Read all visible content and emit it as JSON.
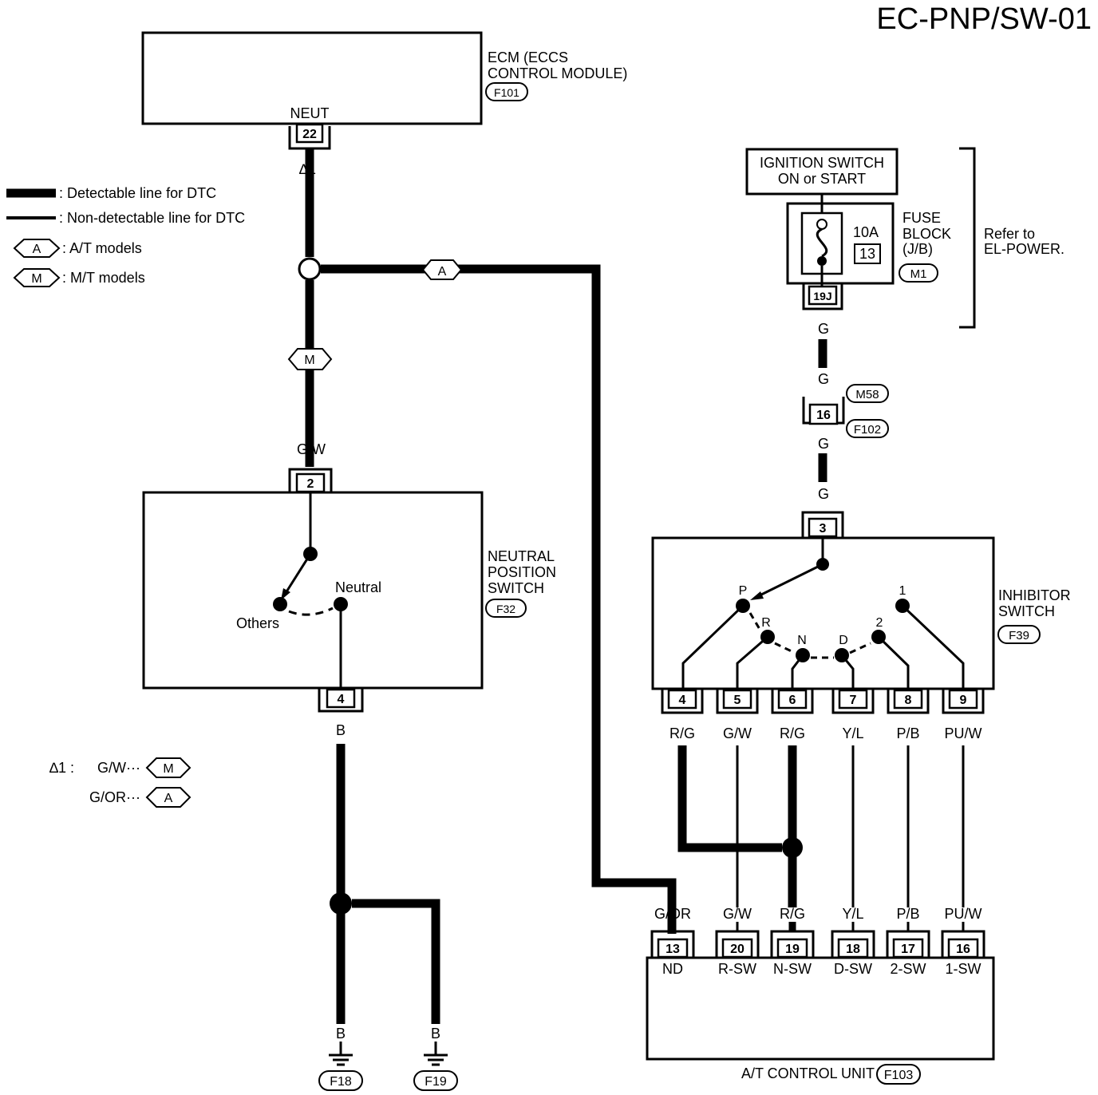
{
  "title": "EC-PNP/SW-01",
  "ecm": {
    "name_line1": "ECM (ECCS",
    "name_line2": "CONTROL MODULE)",
    "connector": "F101",
    "terminal_label": "NEUT",
    "terminal_pin": "22"
  },
  "star_mark": "∆1",
  "legend": {
    "detectable": ": Detectable line for DTC",
    "non_detectable": ": Non-detectable line for DTC",
    "at_symbol": "A",
    "at_models": ": A/T models",
    "mt_symbol": "M",
    "mt_models": ": M/T models"
  },
  "footnote": {
    "mark": "∆1 :",
    "line1": "G/W···",
    "line1_symbol": "M",
    "line2": "G/OR···",
    "line2_symbol": "A"
  },
  "wire_markers": {
    "a_marker": "A",
    "m_marker": "M"
  },
  "ignition": {
    "line1": "IGNITION SWITCH",
    "line2": "ON or START"
  },
  "fuse": {
    "amp": "10A",
    "number": "13",
    "label_line1": "FUSE",
    "label_line2": "BLOCK",
    "label_line3": "(J/B)",
    "connector": "M1",
    "terminal": "19J"
  },
  "refer": {
    "line1": "Refer to",
    "line2": "EL-POWER."
  },
  "g_wire": {
    "colors": [
      "G",
      "G",
      "G",
      "G"
    ],
    "joint_pin": "16",
    "joint_connector_top": "M58",
    "joint_connector_bottom": "F102"
  },
  "nps": {
    "line1": "NEUTRAL",
    "line2": "POSITION",
    "line3": "SWITCH",
    "connector": "F32",
    "pin_top": "2",
    "pin_bottom": "4",
    "wire_top": "G/W",
    "wire_bottom": "B",
    "neutral_label": "Neutral",
    "others_label": "Others"
  },
  "ground": {
    "wire_left": "B",
    "wire_right": "B",
    "connector_left": "F18",
    "connector_right": "F19"
  },
  "inhibitor": {
    "line1": "INHIBITOR",
    "line2": "SWITCH",
    "connector": "F39",
    "pin_top": "3",
    "positions": [
      "P",
      "R",
      "N",
      "D",
      "2",
      "1"
    ],
    "pins": [
      "4",
      "5",
      "6",
      "7",
      "8",
      "9"
    ],
    "wires": [
      "R/G",
      "G/W",
      "R/G",
      "Y/L",
      "P/B",
      "PU/W"
    ]
  },
  "tcu": {
    "name": "A/T CONTROL UNIT",
    "connector": "F103",
    "wires": [
      "G/OR",
      "G/W",
      "R/G",
      "Y/L",
      "P/B",
      "PU/W"
    ],
    "pins": [
      "13",
      "20",
      "19",
      "18",
      "17",
      "16"
    ],
    "terminals": [
      "ND",
      "R-SW",
      "N-SW",
      "D-SW",
      "2-SW",
      "1-SW"
    ]
  }
}
